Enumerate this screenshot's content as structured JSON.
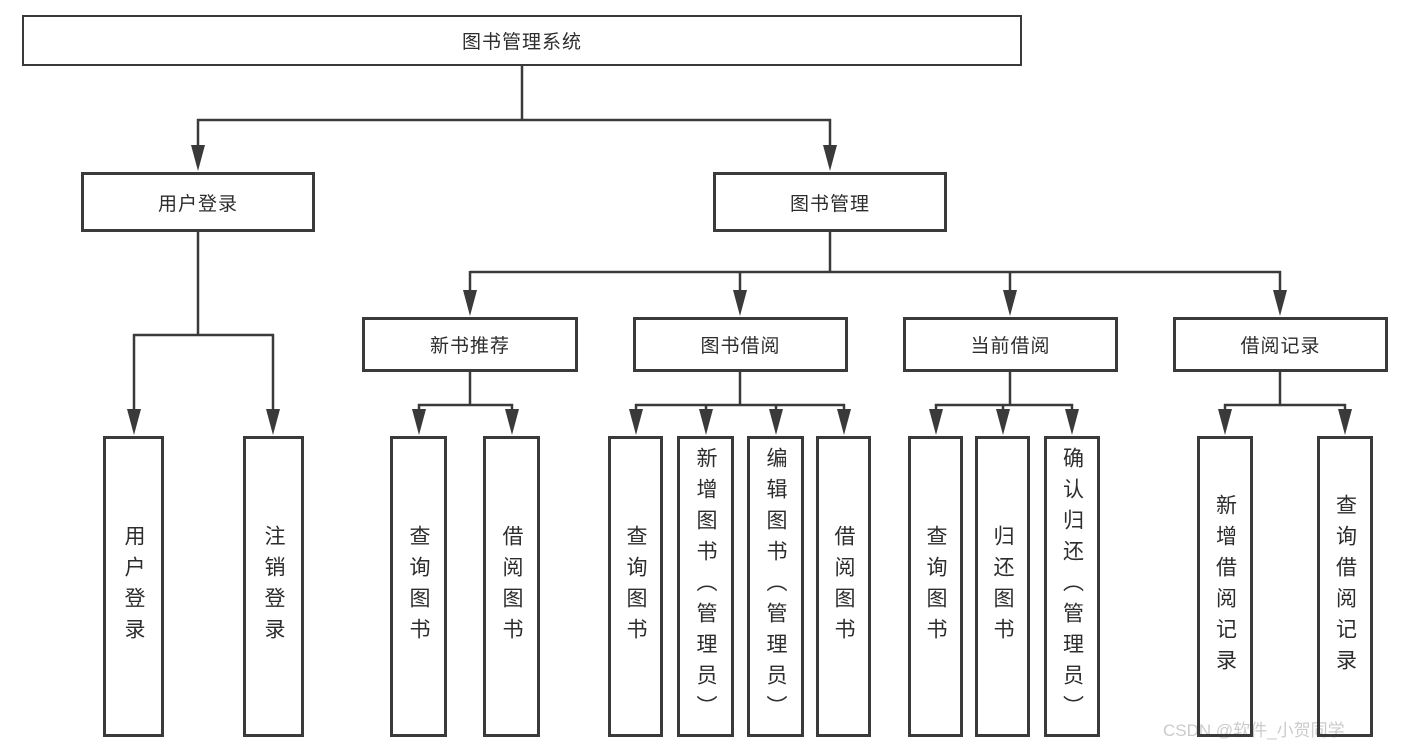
{
  "tree": {
    "root": "图书管理系统",
    "branches": [
      {
        "label": "用户登录",
        "children": [
          "用户登录",
          "注销登录"
        ]
      },
      {
        "label": "图书管理",
        "groups": [
          {
            "label": "新书推荐",
            "children": [
              "查询图书",
              "借阅图书"
            ]
          },
          {
            "label": "图书借阅",
            "children": [
              "查询图书",
              "新增图书（管理员）",
              "编辑图书（管理员）",
              "借阅图书"
            ]
          },
          {
            "label": "当前借阅",
            "children": [
              "查询图书",
              "归还图书",
              "确认归还（管理员）"
            ]
          },
          {
            "label": "借阅记录",
            "children": [
              "新增借阅记录",
              "查询借阅记录"
            ]
          }
        ]
      }
    ]
  },
  "watermark": {
    "text": "CSDN @软件_小贺同学"
  },
  "colors": {
    "line": "#3a3a3a",
    "text": "#2d2d2d",
    "watermark": "#cbcbcb"
  }
}
